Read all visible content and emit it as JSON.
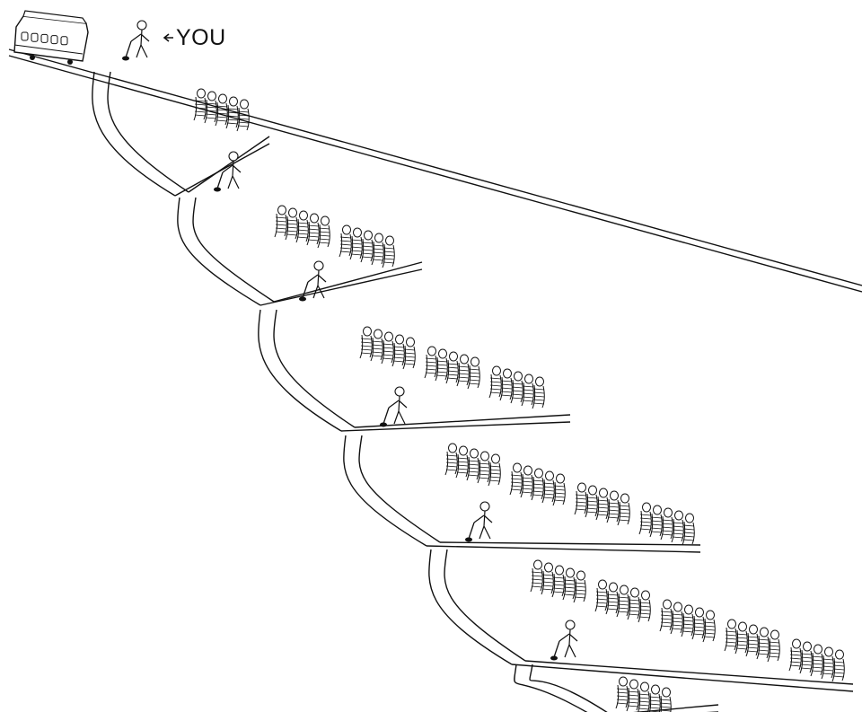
{
  "label": "YOU",
  "colors": {
    "ink": "#111111",
    "paper": "#ffffff"
  },
  "scene": {
    "icons": [
      "trolley-icon",
      "lever-operator-icon",
      "tied-people-icon",
      "arrow-left-icon"
    ],
    "branch_groups": [
      1,
      2,
      3,
      4,
      5,
      1
    ]
  }
}
